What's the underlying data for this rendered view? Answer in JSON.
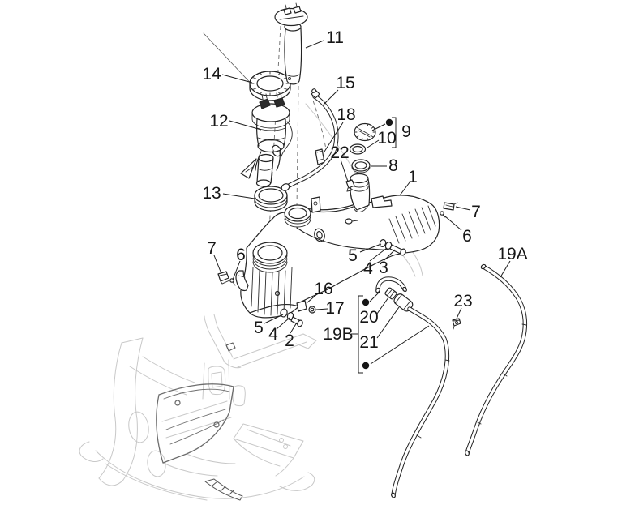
{
  "figure": {
    "type": "exploded-parts-diagram",
    "background": "#ffffff",
    "part_line_color": "#242424",
    "frame_line_color": "#c8c8c8",
    "floor_panel_color": "#6d6d6d",
    "label_color": "#161616"
  },
  "callouts": [
    {
      "label": "11"
    },
    {
      "label": "14"
    },
    {
      "label": "15"
    },
    {
      "label": "12"
    },
    {
      "label": "18"
    },
    {
      "label": "9"
    },
    {
      "label": "10"
    },
    {
      "label": "22"
    },
    {
      "label": "8"
    },
    {
      "label": "1"
    },
    {
      "label": "13"
    },
    {
      "label": "7"
    },
    {
      "label": "6"
    },
    {
      "label": "7"
    },
    {
      "label": "6"
    },
    {
      "label": "5"
    },
    {
      "label": "4"
    },
    {
      "label": "3"
    },
    {
      "label": "19A"
    },
    {
      "label": "16"
    },
    {
      "label": "17"
    },
    {
      "label": "23"
    },
    {
      "label": "20"
    },
    {
      "label": "5"
    },
    {
      "label": "4"
    },
    {
      "label": "2"
    },
    {
      "label": "19B"
    },
    {
      "label": "21"
    }
  ]
}
